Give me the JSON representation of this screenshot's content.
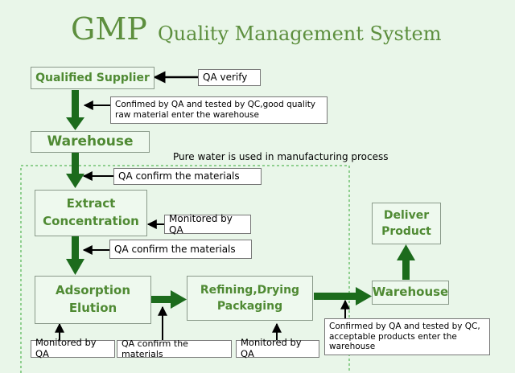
{
  "title": {
    "main": "GMP",
    "sub": "Quality Management System"
  },
  "steps": {
    "qualified_supplier": "Qualified Supplier",
    "warehouse_1": "Warehouse",
    "extract_line1": "Extract",
    "extract_line2": "Concentration",
    "adsorption_line1": "Adsorption",
    "adsorption_line2": "Elution",
    "refining_line1": "Refining,Drying",
    "refining_line2": "Packaging",
    "warehouse_2": "Warehouse",
    "deliver_line1": "Deliver",
    "deliver_line2": "Product"
  },
  "notes": {
    "qa_verify": "QA verify",
    "confirm_raw": "Confimed by QA and tested by QC,good quality raw material enter the warehouse",
    "pure_water": "Pure water is used in manufacturing process",
    "qa_confirm_1": "QA confirm the materials",
    "monitored_1": "Monitored by QA",
    "qa_confirm_2": "QA confirm the materials",
    "monitored_2": "Monitored by QA",
    "qa_confirm_3": "QA confirm the materials",
    "monitored_3": "Monitored by QA",
    "confirm_final": "Confirmed by QA and tested by QC, acceptable products enter the warehouse"
  },
  "colors": {
    "accent_green": "#4f8a33",
    "arrow_green": "#1c6b1c",
    "background": "#e9f6e9",
    "dotted_border": "#8fcf8f"
  }
}
